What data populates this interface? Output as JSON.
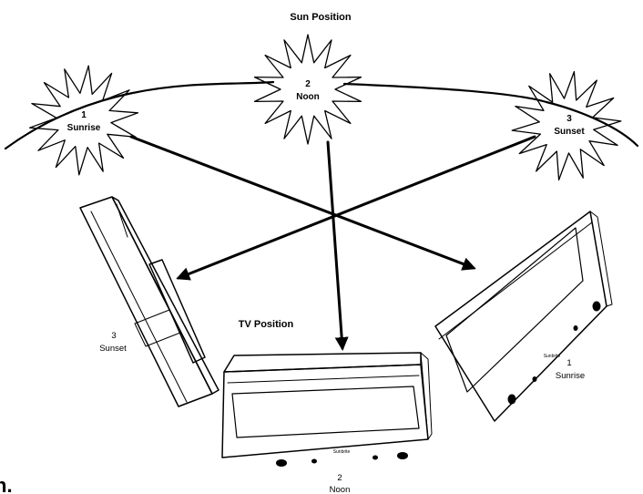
{
  "diagram": {
    "sun_title": "Sun Position",
    "tv_title": "TV Position",
    "suns": [
      {
        "num": "1",
        "label": "Sunrise"
      },
      {
        "num": "2",
        "label": "Noon"
      },
      {
        "num": "3",
        "label": "Sunset"
      }
    ],
    "tvs": [
      {
        "num": "1",
        "label": "Sunrise"
      },
      {
        "num": "2",
        "label": "Noon"
      },
      {
        "num": "3",
        "label": "Sunset"
      }
    ],
    "tv_brand": "Sunbrite",
    "colors": {
      "ink": "#000000",
      "background": "#ffffff"
    },
    "edge_text": "n."
  }
}
